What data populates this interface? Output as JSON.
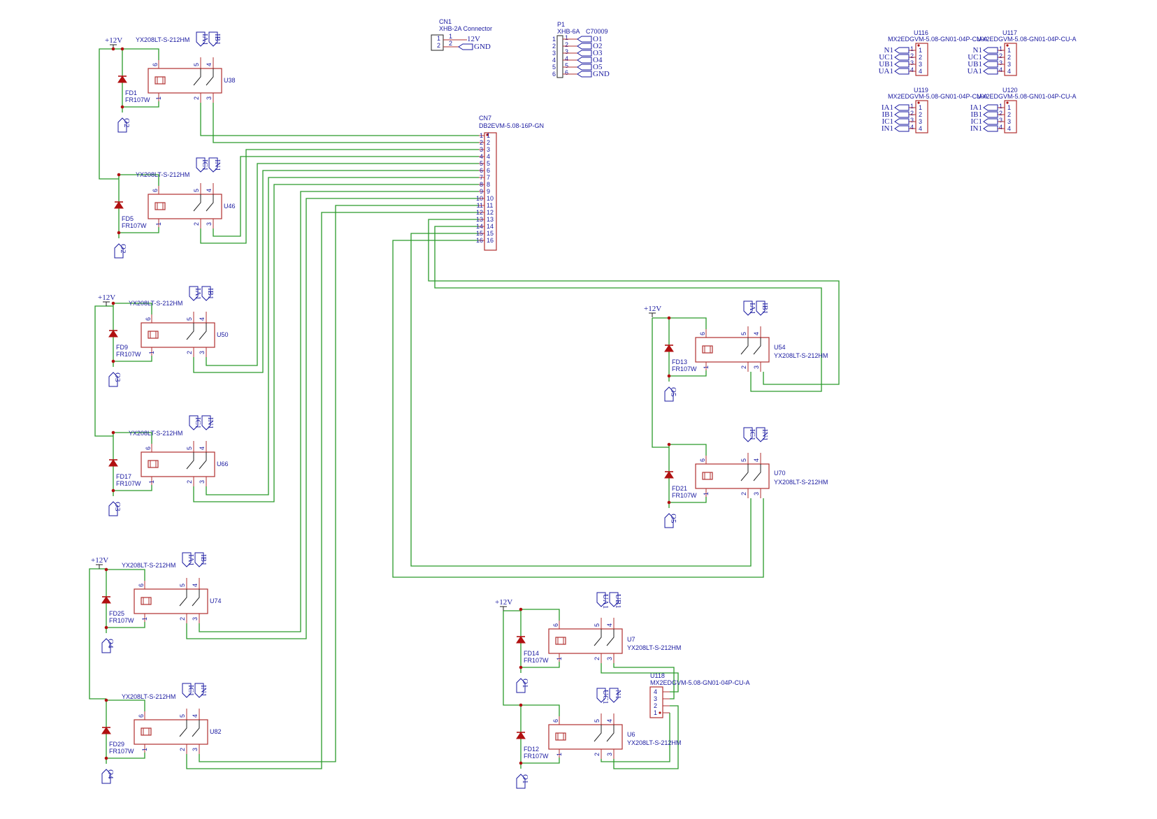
{
  "power": "+12V",
  "relay_part": "YX208LT-S-212HM",
  "diode_part": "FR107W",
  "relays": [
    {
      "ref": "U38",
      "diode": "FD1",
      "out": "O2",
      "a": "IA1",
      "b": "IB1"
    },
    {
      "ref": "U46",
      "diode": "FD5",
      "out": "O2",
      "a": "IC1",
      "b": "IN1"
    },
    {
      "ref": "U50",
      "diode": "FD9",
      "out": "O3",
      "a": "IA1",
      "b": "IB1"
    },
    {
      "ref": "U66",
      "diode": "FD17",
      "out": "O3",
      "a": "IC1",
      "b": "IN1"
    },
    {
      "ref": "U74",
      "diode": "FD25",
      "out": "O4",
      "a": "IA1",
      "b": "IB1"
    },
    {
      "ref": "U82",
      "diode": "FD29",
      "out": "O4",
      "a": "IC1",
      "b": "IN1"
    },
    {
      "ref": "U54",
      "diode": "FD13",
      "out": "O5",
      "a": "IA1",
      "b": "IB1"
    },
    {
      "ref": "U70",
      "diode": "FD21",
      "out": "O5",
      "a": "IC1",
      "b": "IN1"
    },
    {
      "ref": "U7",
      "diode": "FD14",
      "out": "O1",
      "a": "UA1",
      "b": "UB1"
    },
    {
      "ref": "U6",
      "diode": "FD12",
      "out": "O1",
      "a": "UC1",
      "b": "N1"
    }
  ],
  "cn1": {
    "ref": "CN1",
    "part": "XHB-2A Connector",
    "net1": "12V",
    "net2": "GND"
  },
  "p1": {
    "ref": "P1",
    "part": "XHB-6A",
    "code": "C70009",
    "nets": [
      "O1",
      "O2",
      "O3",
      "O4",
      "O5",
      "GND"
    ]
  },
  "cn7": {
    "ref": "CN7",
    "part": "DB2EVM-5.08-16P-GN"
  },
  "terminals": [
    {
      "ref": "U116",
      "part": "MX2EDGVM-5.08-GN01-04P-CU-A",
      "nets": [
        "N1",
        "UC1",
        "UB1",
        "UA1"
      ]
    },
    {
      "ref": "U117",
      "part": "MX2EDGVM-5.08-GN01-04P-CU-A",
      "nets": [
        "N1",
        "UC1",
        "UB1",
        "UA1"
      ]
    },
    {
      "ref": "U119",
      "part": "MX2EDGVM-5.08-GN01-04P-CU-A",
      "nets": [
        "IA1",
        "IB1",
        "IC1",
        "IN1"
      ]
    },
    {
      "ref": "U120",
      "part": "MX2EDGVM-5.08-GN01-04P-CU-A",
      "nets": [
        "IA1",
        "IB1",
        "IC1",
        "IN1"
      ]
    }
  ],
  "u118": {
    "ref": "U118",
    "part": "MX2EDGVM-5.08-GN01-04P-CU-A"
  }
}
